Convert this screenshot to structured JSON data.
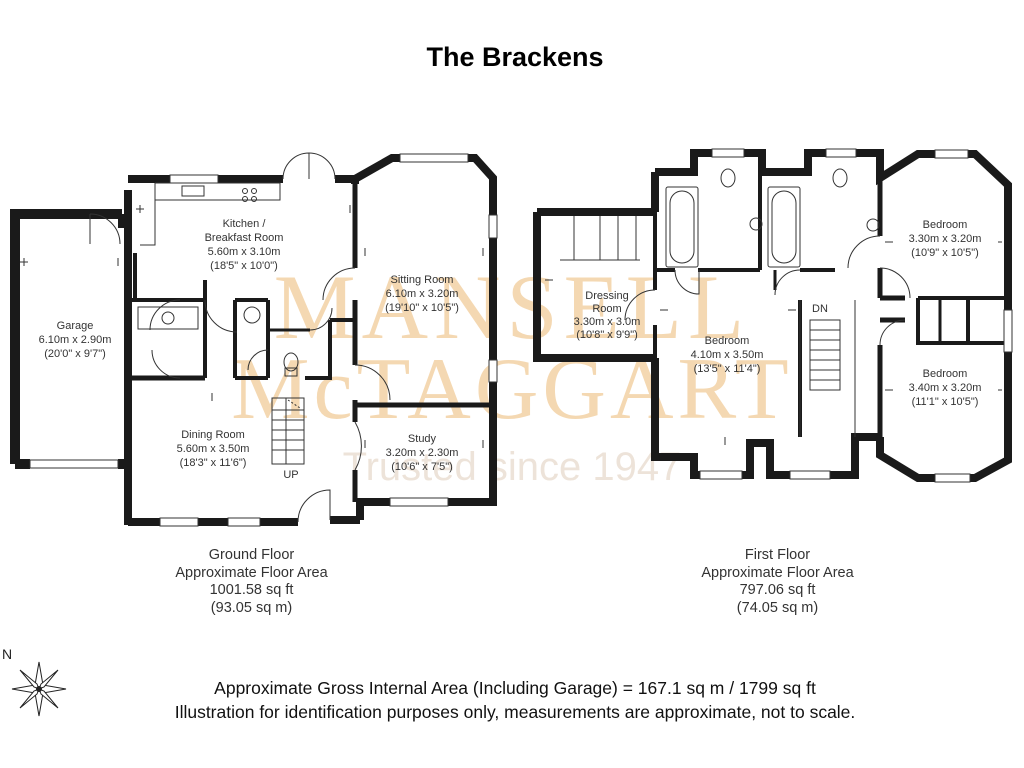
{
  "title": "The Brackens",
  "watermark": {
    "line1": "MANSELL",
    "line2": "McTAGGART",
    "line3": "Trusted since 1947",
    "color": "#f3d2a5"
  },
  "ground_floor": {
    "rooms": [
      {
        "id": "garage",
        "name": "Garage",
        "metric": "6.10m x 2.90m",
        "imperial": "(20'0\" x 9'7\")"
      },
      {
        "id": "kitchen",
        "name": "Kitchen /",
        "name2": "Breakfast Room",
        "metric": "5.60m x 3.10m",
        "imperial": "(18'5\" x 10'0\")"
      },
      {
        "id": "sitting",
        "name": "Sitting Room",
        "metric": "6.10m x 3.20m",
        "imperial": "(19'10\" x 10'5\")"
      },
      {
        "id": "dining",
        "name": "Dining Room",
        "metric": "5.60m x 3.50m",
        "imperial": "(18'3\" x 11'6\")"
      },
      {
        "id": "study",
        "name": "Study",
        "metric": "3.20m x 2.30m",
        "imperial": "(10'6\" x 7'5\")"
      }
    ],
    "stairs_label": "UP",
    "area": {
      "line1": "Ground Floor",
      "line2": "Approximate Floor Area",
      "line3": "1001.58 sq ft",
      "line4": "(93.05 sq m)"
    }
  },
  "first_floor": {
    "rooms": [
      {
        "id": "dressing",
        "name": "Dressing",
        "name2": "Room",
        "metric": "3.30m x 3.0m",
        "imperial": "(10'8\" x 9'9\")"
      },
      {
        "id": "bed1",
        "name": "Bedroom",
        "metric": "4.10m x 3.50m",
        "imperial": "(13'5\" x 11'4\")"
      },
      {
        "id": "bed2",
        "name": "Bedroom",
        "metric": "3.30m x 3.20m",
        "imperial": "(10'9\" x 10'5\")"
      },
      {
        "id": "bed3",
        "name": "Bedroom",
        "metric": "3.40m x 3.20m",
        "imperial": "(11'1\" x 10'5\")"
      }
    ],
    "stairs_label": "DN",
    "area": {
      "line1": "First Floor",
      "line2": "Approximate Floor Area",
      "line3": "797.06 sq ft",
      "line4": "(74.05 sq m)"
    }
  },
  "north_label": "N",
  "footer": {
    "line1": "Approximate Gross Internal Area (Including Garage) = 167.1 sq m / 1799 sq ft",
    "line2": "Illustration for identification purposes only, measurements are approximate, not to scale."
  },
  "colors": {
    "wall": "#1a1a1a",
    "thin_line": "#333333",
    "window": "#ffffff"
  }
}
